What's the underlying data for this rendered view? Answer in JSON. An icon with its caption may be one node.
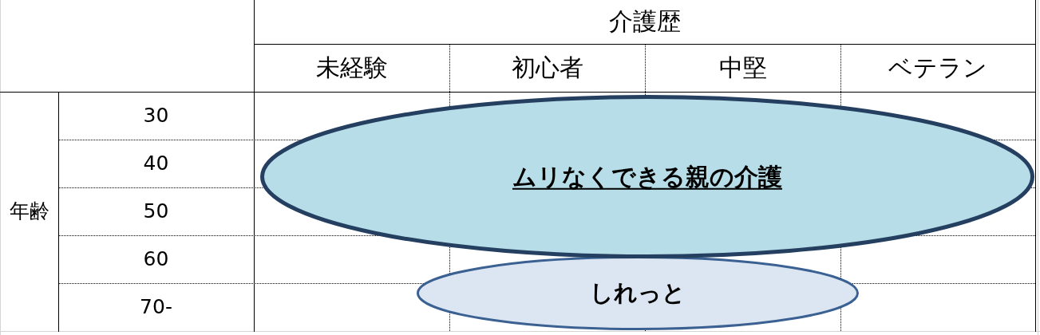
{
  "diagram": {
    "nodes": [
      {
        "text": [
          "ムリなくできる親の介護"
        ]
      },
      {
        "text": [
          "しれっと"
        ]
      }
    ],
    "labels": [
      "介護歴",
      "未経験",
      "初心者",
      "中堅",
      "ベテラン",
      "年齢",
      "30",
      "40",
      "50",
      "60",
      "70-"
    ]
  }
}
